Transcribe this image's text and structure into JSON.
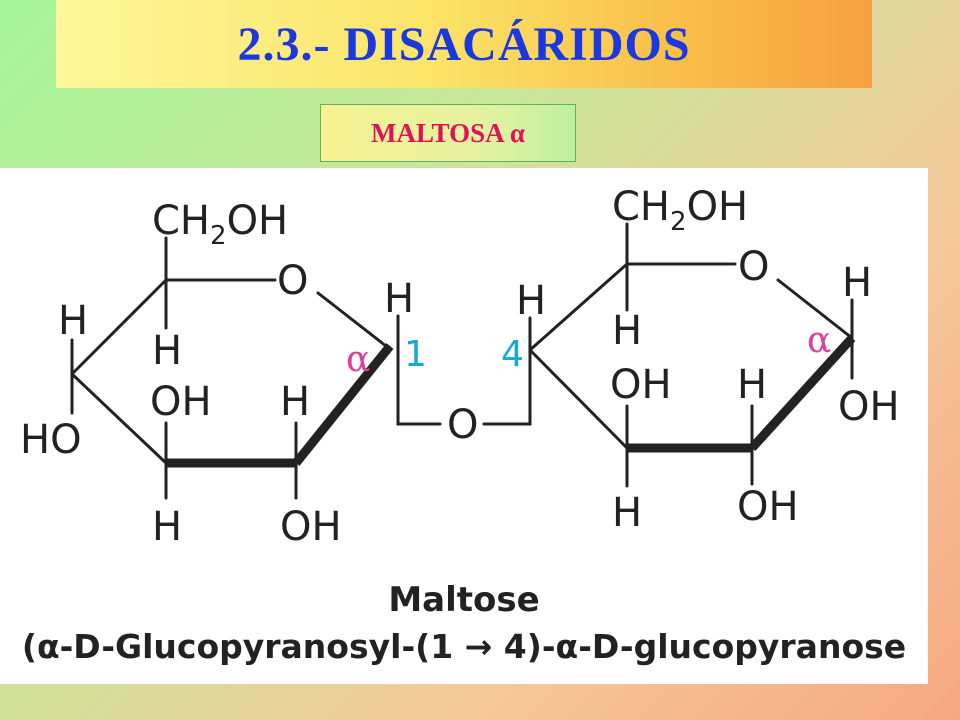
{
  "title": "2.3.- DISACÁRIDOS",
  "subtitle": "MALTOSA α",
  "diagram": {
    "caption_name": "Maltose",
    "caption_iupac": "(α-D-Glucopyranosyl-(1 → 4)-α-D-glucopyranose",
    "left_ring": {
      "ch2oh": "CH",
      "ch2oh_sub": "2",
      "ch2oh_tail": "OH",
      "ring_o": "O",
      "h_c5": "H",
      "h_c4": "H",
      "ho_c4": "HO",
      "oh_c3": "OH",
      "h_c2": "H",
      "h_c3": "H",
      "oh_c2": "OH",
      "h_c1": "H",
      "alpha": "α",
      "carbon_number": "1"
    },
    "bridge_o": "O",
    "right_ring": {
      "ch2oh": "CH",
      "ch2oh_sub": "2",
      "ch2oh_tail": "OH",
      "ring_o": "O",
      "h_c4": "H",
      "carbon_number": "4",
      "h_c5": "H",
      "oh_c3": "OH",
      "h_c2": "H",
      "h_c3": "H",
      "oh_c2": "OH",
      "h_c1": "H",
      "alpha": "α",
      "oh_c1": "OH"
    }
  }
}
